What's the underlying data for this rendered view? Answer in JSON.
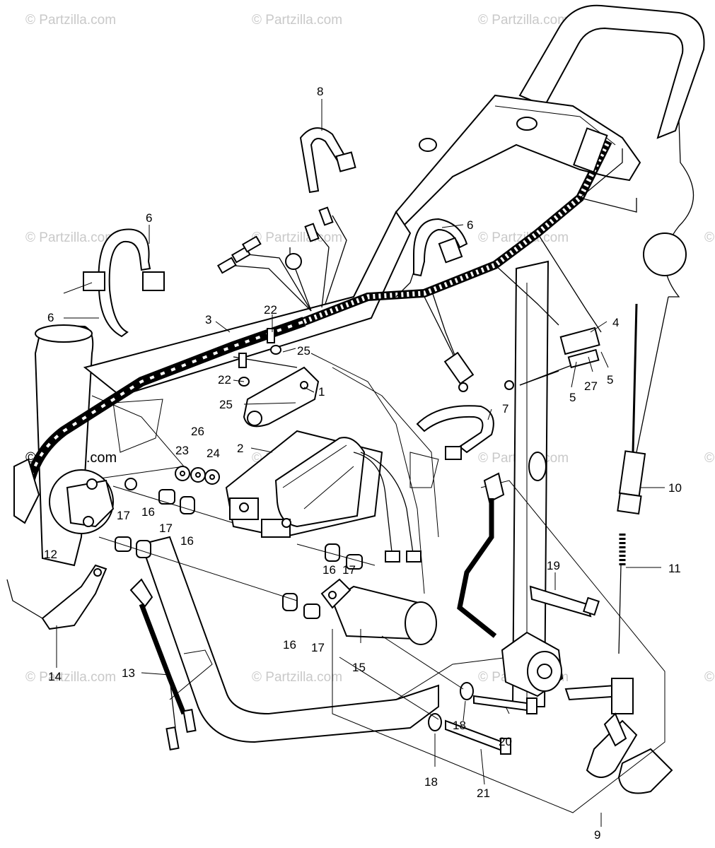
{
  "watermarks": {
    "top": [
      "© Partzilla.com",
      "© Partzilla.com",
      "© Partzilla.com"
    ],
    "middle": [
      "© Partzilla.com",
      "© Partzilla.com",
      "© Partzilla.com",
      "©"
    ],
    "middle_left_dark": "©Partzilla.com",
    "lower": [
      "© Partzilla.com",
      "© Partzilla.com",
      "© Partzilla.com"
    ],
    "bottom": [
      "© Partzilla.com",
      "© Partzilla.com",
      "© Partzilla.com",
      "©"
    ]
  },
  "callouts": [
    "1",
    "2",
    "3",
    "4",
    "5",
    "5",
    "6",
    "6",
    "6",
    "7",
    "8",
    "9",
    "10",
    "11",
    "12",
    "13",
    "14",
    "15",
    "16",
    "16",
    "16",
    "16",
    "17",
    "17",
    "17",
    "17",
    "18",
    "18",
    "19",
    "20",
    "21",
    "22",
    "22",
    "23",
    "24",
    "25",
    "25",
    "26",
    "27"
  ]
}
